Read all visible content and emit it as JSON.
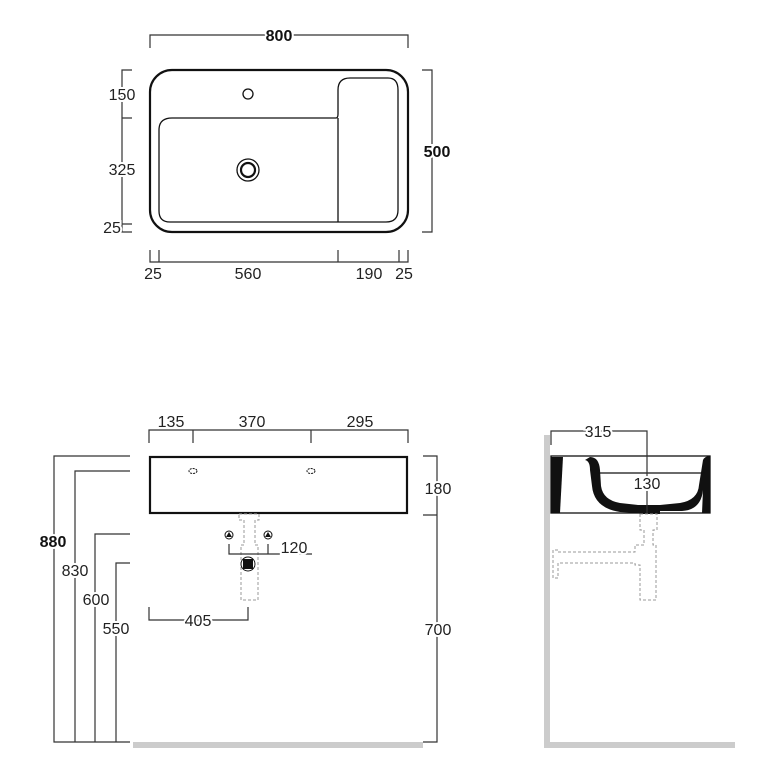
{
  "top_view": {
    "width_total": "800",
    "depth_total": "500",
    "depth_segments": [
      "150",
      "325",
      "25"
    ],
    "width_segments": [
      "25",
      "560",
      "190",
      "25"
    ]
  },
  "front_view": {
    "tap_spacing": [
      "135",
      "370",
      "295"
    ],
    "basin_height": "180",
    "mount_height": "700",
    "heights": [
      "880",
      "830",
      "600",
      "550"
    ],
    "valve_spacing": "120",
    "drain_offset": "405"
  },
  "side_view": {
    "projection": "315",
    "bowl_depth": "130"
  },
  "colors": {
    "line": "#111111",
    "floor": "#cccccc",
    "hidden": "#999999"
  }
}
